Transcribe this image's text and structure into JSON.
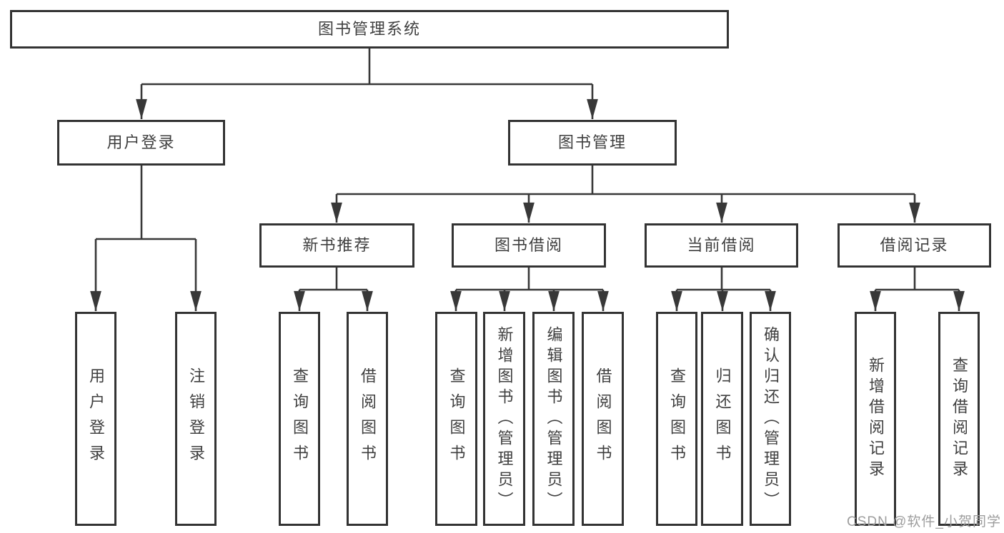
{
  "diagram_type": "feature-tree",
  "tree": {
    "label": "图书管理系统",
    "children": [
      {
        "label": "用户登录",
        "children": [
          {
            "label": "用户登录"
          },
          {
            "label": "注销登录"
          }
        ]
      },
      {
        "label": "图书管理",
        "children": [
          {
            "label": "新书推荐",
            "children": [
              {
                "label": "查询图书"
              },
              {
                "label": "借阅图书"
              }
            ]
          },
          {
            "label": "图书借阅",
            "children": [
              {
                "label": "查询图书"
              },
              {
                "label": "新增图书（管理员）"
              },
              {
                "label": "编辑图书（管理员）"
              },
              {
                "label": "借阅图书"
              }
            ]
          },
          {
            "label": "当前借阅",
            "children": [
              {
                "label": "查询图书"
              },
              {
                "label": "归还图书"
              },
              {
                "label": "确认归还（管理员）"
              }
            ]
          },
          {
            "label": "借阅记录",
            "children": [
              {
                "label": "新增借阅记录"
              },
              {
                "label": "查询借阅记录"
              }
            ]
          }
        ]
      }
    ]
  },
  "watermark": {
    "text": "CSDN @软件_小贺同学"
  },
  "colors": {
    "line": "#383838",
    "box_border": "#333333",
    "text": "#3f3f3f",
    "watermark": "#9d9d9d",
    "background": "#ffffff"
  }
}
